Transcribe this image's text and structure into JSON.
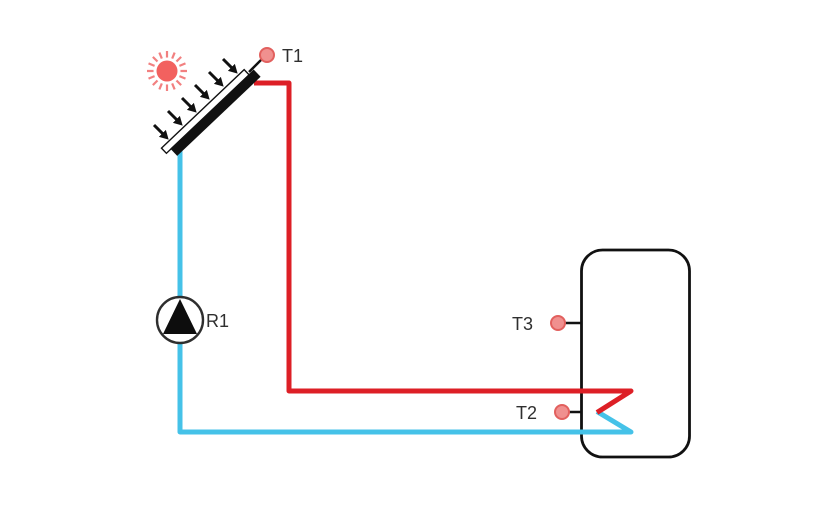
{
  "diagram": {
    "kind": "solar-thermal-system-schematic",
    "labels": {
      "t1": "T1",
      "t2": "T2",
      "t3": "T3",
      "r1": "R1"
    },
    "components": {
      "sun": "sun-icon",
      "irradiance_arrows_count": 6,
      "collector": "solar-collector-panel",
      "pump": "circulation-pump",
      "tank": "storage-tank",
      "hot_line": "hot-supply-pipe",
      "cold_line": "cold-return-pipe"
    },
    "colors": {
      "hot_pipe": "#dd1f26",
      "cold_pipe": "#45c2e8",
      "sun_core": "#f2615f",
      "sun_rays": "#f28080",
      "sensor_fill": "#f0908f",
      "sensor_stroke": "#e2605e",
      "outline": "#111111",
      "label_text": "#2f2f2f"
    }
  }
}
